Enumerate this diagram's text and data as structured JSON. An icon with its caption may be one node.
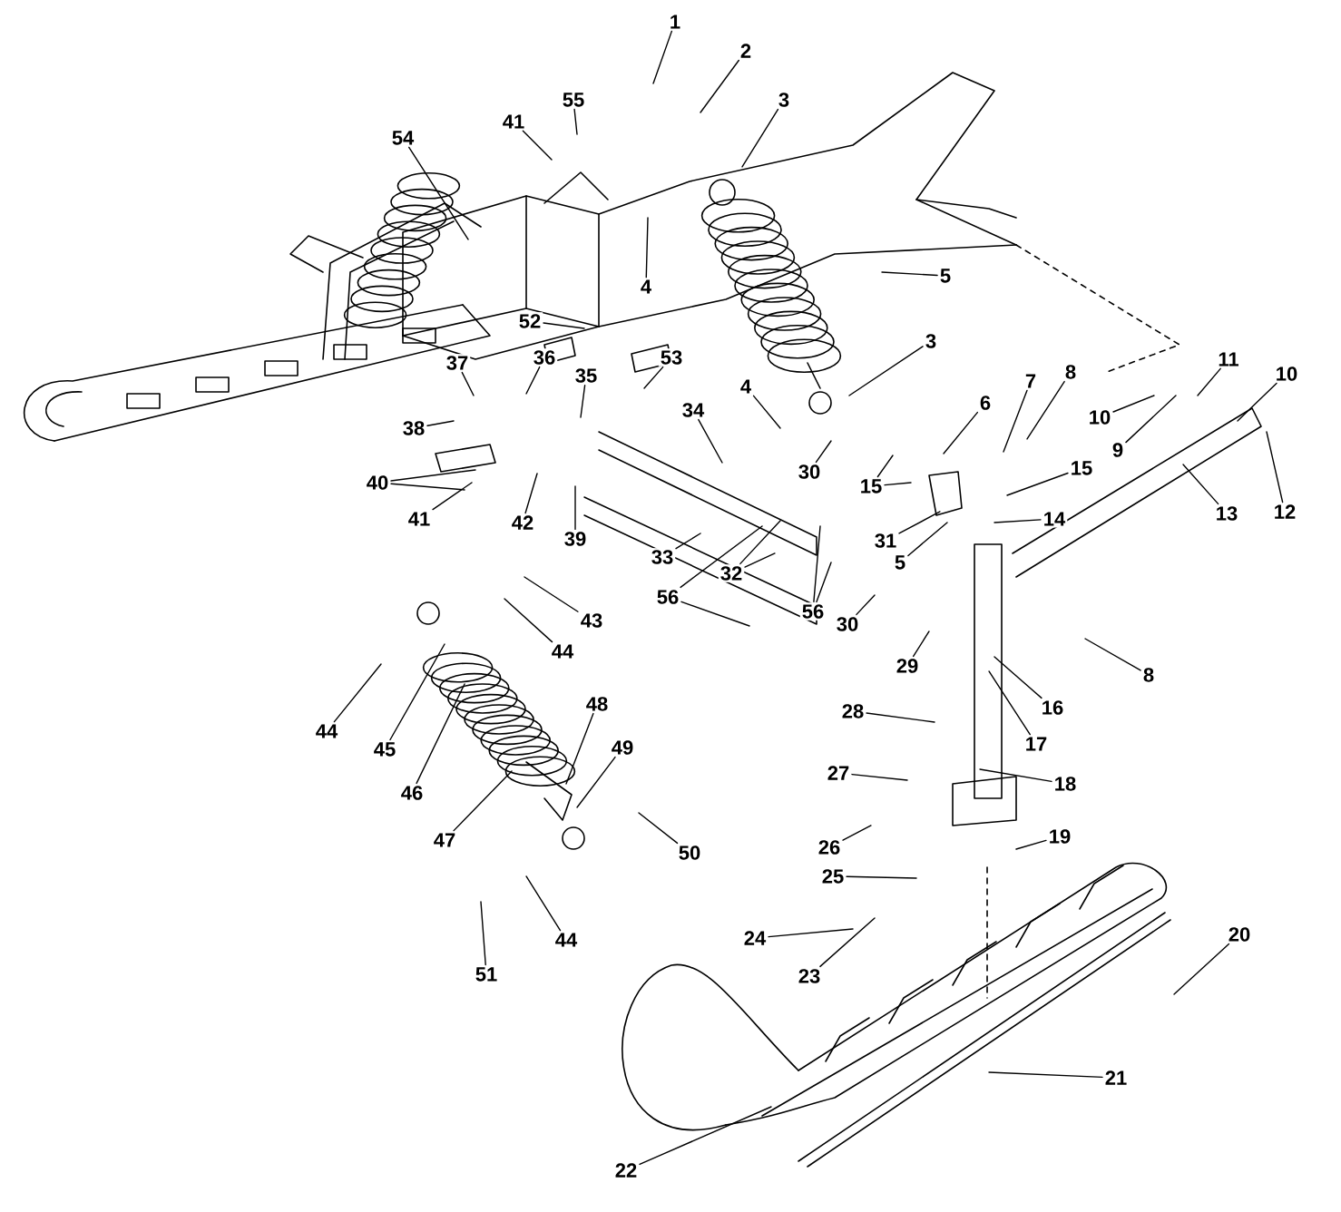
{
  "diagram": {
    "nodes": [
      {
        "text": [
          "1"
        ]
      },
      {
        "text": [
          "2"
        ]
      },
      {
        "text": [
          "3"
        ]
      },
      {
        "text": [
          "55"
        ]
      },
      {
        "text": [
          "41"
        ]
      },
      {
        "text": [
          "54"
        ]
      },
      {
        "text": [
          "5"
        ]
      },
      {
        "text": [
          "4"
        ]
      },
      {
        "text": [
          "52"
        ]
      },
      {
        "text": [
          "3"
        ]
      },
      {
        "text": [
          "53"
        ]
      },
      {
        "text": [
          "37"
        ]
      },
      {
        "text": [
          "36"
        ]
      },
      {
        "text": [
          "35"
        ]
      },
      {
        "text": [
          "8"
        ]
      },
      {
        "text": [
          "7"
        ]
      },
      {
        "text": [
          "11"
        ]
      },
      {
        "text": [
          "10"
        ]
      },
      {
        "text": [
          "4"
        ]
      },
      {
        "text": [
          "6"
        ]
      },
      {
        "text": [
          "34"
        ]
      },
      {
        "text": [
          "10"
        ]
      },
      {
        "text": [
          "38"
        ]
      },
      {
        "text": [
          "9"
        ]
      },
      {
        "text": [
          "30"
        ]
      },
      {
        "text": [
          "15"
        ]
      },
      {
        "text": [
          "40"
        ]
      },
      {
        "text": [
          "15"
        ]
      },
      {
        "text": [
          "13"
        ]
      },
      {
        "text": [
          "12"
        ]
      },
      {
        "text": [
          "14"
        ]
      },
      {
        "text": [
          "41"
        ]
      },
      {
        "text": [
          "42"
        ]
      },
      {
        "text": [
          "31"
        ]
      },
      {
        "text": [
          "39"
        ]
      },
      {
        "text": [
          "33"
        ]
      },
      {
        "text": [
          "5"
        ]
      },
      {
        "text": [
          "32"
        ]
      },
      {
        "text": [
          "56"
        ]
      },
      {
        "text": [
          "43"
        ]
      },
      {
        "text": [
          "56"
        ]
      },
      {
        "text": [
          "30"
        ]
      },
      {
        "text": [
          "44"
        ]
      },
      {
        "text": [
          "29"
        ]
      },
      {
        "text": [
          "8"
        ]
      },
      {
        "text": [
          "48"
        ]
      },
      {
        "text": [
          "16"
        ]
      },
      {
        "text": [
          "28"
        ]
      },
      {
        "text": [
          "44"
        ]
      },
      {
        "text": [
          "45"
        ]
      },
      {
        "text": [
          "17"
        ]
      },
      {
        "text": [
          "49"
        ]
      },
      {
        "text": [
          "27"
        ]
      },
      {
        "text": [
          "18"
        ]
      },
      {
        "text": [
          "46"
        ]
      },
      {
        "text": [
          "47"
        ]
      },
      {
        "text": [
          "26"
        ]
      },
      {
        "text": [
          "19"
        ]
      },
      {
        "text": [
          "50"
        ]
      },
      {
        "text": [
          "25"
        ]
      },
      {
        "text": [
          "20"
        ]
      },
      {
        "text": [
          "24"
        ]
      },
      {
        "text": [
          "44"
        ]
      },
      {
        "text": [
          "51"
        ]
      },
      {
        "text": [
          "23"
        ]
      },
      {
        "text": [
          "21"
        ]
      },
      {
        "text": [
          "22"
        ]
      }
    ],
    "edges": [
      {
        "from": 0,
        "to": null,
        "arrow": "none"
      },
      {
        "from": 1,
        "to": null,
        "arrow": "none"
      },
      {
        "from": 2,
        "to": null,
        "arrow": "none"
      },
      {
        "from": 3,
        "to": null,
        "arrow": "none"
      },
      {
        "from": 4,
        "to": null,
        "arrow": "none"
      },
      {
        "from": 5,
        "to": null,
        "arrow": "none"
      },
      {
        "from": 6,
        "to": null,
        "arrow": "none"
      },
      {
        "from": 7,
        "to": null,
        "arrow": "none"
      },
      {
        "from": 8,
        "to": null,
        "arrow": "none"
      },
      {
        "from": 9,
        "to": null,
        "arrow": "none"
      },
      {
        "from": 10,
        "to": null,
        "arrow": "none"
      },
      {
        "from": 11,
        "to": null,
        "arrow": "none"
      },
      {
        "from": 12,
        "to": null,
        "arrow": "none"
      },
      {
        "from": 13,
        "to": null,
        "arrow": "none"
      },
      {
        "from": 14,
        "to": null,
        "arrow": "none"
      },
      {
        "from": 15,
        "to": null,
        "arrow": "none"
      },
      {
        "from": 16,
        "to": null,
        "arrow": "none"
      },
      {
        "from": 17,
        "to": null,
        "arrow": "none"
      },
      {
        "from": 18,
        "to": null,
        "arrow": "none"
      },
      {
        "from": 19,
        "to": null,
        "arrow": "none"
      },
      {
        "from": 20,
        "to": null,
        "arrow": "none"
      },
      {
        "from": 21,
        "to": null,
        "arrow": "none"
      },
      {
        "from": 22,
        "to": null,
        "arrow": "none"
      },
      {
        "from": 23,
        "to": null,
        "arrow": "none"
      },
      {
        "from": 24,
        "to": null,
        "arrow": "none"
      },
      {
        "from": 25,
        "to": null,
        "arrow": "none"
      },
      {
        "from": 26,
        "to": null,
        "arrow": "none"
      },
      {
        "from": 26,
        "to": null,
        "arrow": "none"
      },
      {
        "from": 27,
        "to": null,
        "arrow": "none"
      },
      {
        "from": 27,
        "to": null,
        "arrow": "none"
      },
      {
        "from": 28,
        "to": null,
        "arrow": "none"
      },
      {
        "from": 29,
        "to": null,
        "arrow": "none"
      },
      {
        "from": 30,
        "to": null,
        "arrow": "none"
      },
      {
        "from": 31,
        "to": null,
        "arrow": "none"
      },
      {
        "from": 32,
        "to": null,
        "arrow": "none"
      },
      {
        "from": 33,
        "to": null,
        "arrow": "none"
      },
      {
        "from": 34,
        "to": null,
        "arrow": "none"
      },
      {
        "from": 35,
        "to": null,
        "arrow": "none"
      },
      {
        "from": 36,
        "to": null,
        "arrow": "none"
      },
      {
        "from": 37,
        "to": null,
        "arrow": "none"
      },
      {
        "from": 37,
        "to": null,
        "arrow": "none"
      },
      {
        "from": 38,
        "to": null,
        "arrow": "none"
      },
      {
        "from": 38,
        "to": null,
        "arrow": "none"
      },
      {
        "from": 39,
        "to": null,
        "arrow": "none"
      },
      {
        "from": 40,
        "to": null,
        "arrow": "none"
      },
      {
        "from": 40,
        "to": null,
        "arrow": "none"
      },
      {
        "from": 41,
        "to": null,
        "arrow": "none"
      },
      {
        "from": 42,
        "to": null,
        "arrow": "none"
      },
      {
        "from": 43,
        "to": null,
        "arrow": "none"
      },
      {
        "from": 44,
        "to": null,
        "arrow": "none"
      },
      {
        "from": 45,
        "to": null,
        "arrow": "none"
      },
      {
        "from": 46,
        "to": null,
        "arrow": "none"
      },
      {
        "from": 47,
        "to": null,
        "arrow": "none"
      },
      {
        "from": 48,
        "to": null,
        "arrow": "none"
      },
      {
        "from": 49,
        "to": null,
        "arrow": "none"
      },
      {
        "from": 50,
        "to": null,
        "arrow": "none"
      },
      {
        "from": 51,
        "to": null,
        "arrow": "none"
      },
      {
        "from": 52,
        "to": null,
        "arrow": "none"
      },
      {
        "from": 53,
        "to": null,
        "arrow": "none"
      },
      {
        "from": 54,
        "to": null,
        "arrow": "none"
      },
      {
        "from": 55,
        "to": null,
        "arrow": "none"
      },
      {
        "from": 56,
        "to": null,
        "arrow": "none"
      },
      {
        "from": 57,
        "to": null,
        "arrow": "none"
      },
      {
        "from": 58,
        "to": null,
        "arrow": "none"
      },
      {
        "from": 59,
        "to": null,
        "arrow": "none"
      },
      {
        "from": 60,
        "to": null,
        "arrow": "none"
      },
      {
        "from": 61,
        "to": null,
        "arrow": "none"
      },
      {
        "from": 62,
        "to": null,
        "arrow": "none"
      },
      {
        "from": 63,
        "to": null,
        "arrow": "none"
      },
      {
        "from": 64,
        "to": null,
        "arrow": "none"
      },
      {
        "from": 65,
        "to": null,
        "arrow": "none"
      },
      {
        "from": 66,
        "to": null,
        "arrow": "none"
      }
    ]
  }
}
